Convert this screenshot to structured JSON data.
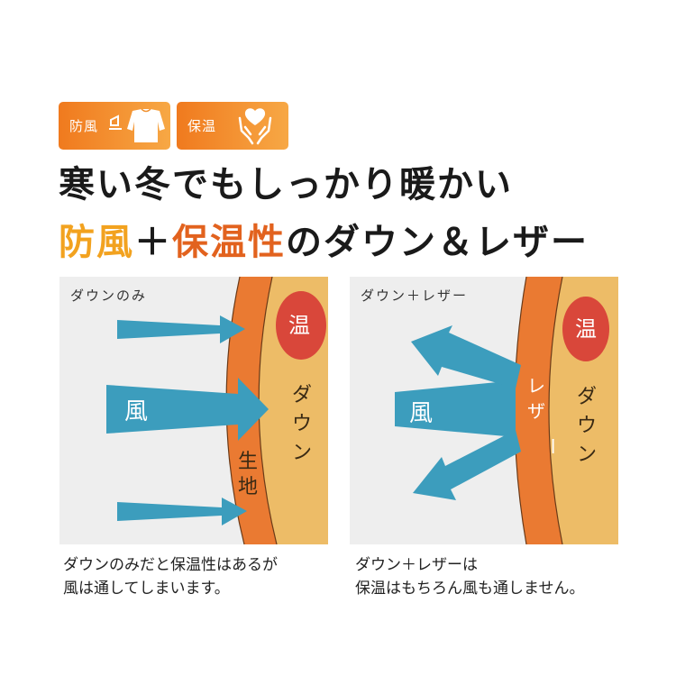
{
  "badges": [
    {
      "label": "防風",
      "icon": "shirt-with-wind-icon"
    },
    {
      "label": "保温",
      "icon": "hands-holding-heart-icon"
    }
  ],
  "headline": {
    "line1": "寒い冬でもしっかり暖かい",
    "line2_part1": "防風",
    "line2_part2": "＋",
    "line2_part3": "保温性",
    "line2_part4": "のダウン＆レザー"
  },
  "panel_left": {
    "label": "ダウンのみ",
    "warm": "温",
    "down": "ダウン",
    "fabric": "生地",
    "wind": "風"
  },
  "panel_right": {
    "label": "ダウン＋レザー",
    "warm": "温",
    "down": "ダウン",
    "leather": "レザー",
    "wind": "風"
  },
  "captions": {
    "left_line1": "ダウンのみだと保温性はあるが",
    "left_line2": "風は通してしまいます。",
    "right_line1": "ダウン＋レザーは",
    "right_line2": "保温はもちろん風も通しません。"
  },
  "colors": {
    "orange_gradient_start": "#f07a1e",
    "orange_gradient_end": "#f7a845",
    "fabric_orange": "#ea7a32",
    "down_yellow": "#edbc67",
    "warm_red": "#d9473a",
    "arrow_blue": "#3c9dbd",
    "panel_grey": "#eeeeee"
  }
}
